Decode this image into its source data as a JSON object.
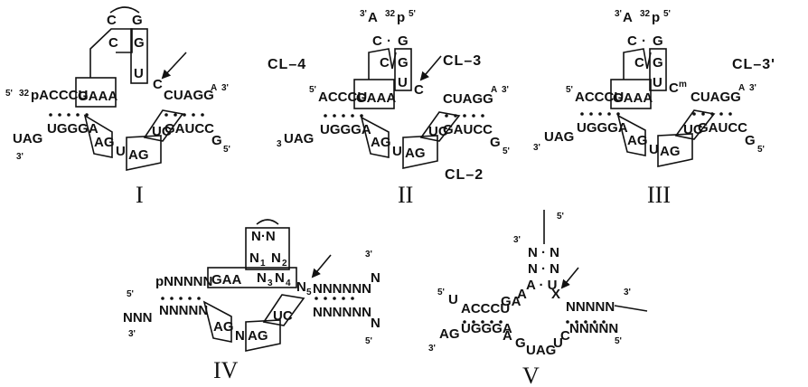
{
  "labels": {
    "I": "I",
    "II": "II",
    "III": "III",
    "IV": "IV",
    "V": "V",
    "cl4": "CL–4",
    "cl3": "CL–3",
    "cl2": "CL–2",
    "cl3p": "CL–3'"
  },
  "sI": {
    "p5": "5'",
    "p32": "32",
    "top": "pACCCU",
    "GAAA": "GAAA",
    "C": "C",
    "G": "G",
    "loopC": "C",
    "loopG": "G",
    "U": "U",
    "C2": "C",
    "CUAGG": "CUAGG",
    "A": "A",
    "p3": "3'",
    "botLeft": "UAG",
    "bot3": "3'",
    "UGGGA": "UGGGA",
    "AG": "AG",
    "U2": "U",
    "AG2": "AG",
    "UC": "UC",
    "GAUCC": "GAUCC",
    "Gend": "G",
    "bot5": "5'"
  },
  "sII": {
    "tA3": "3'",
    "tA": "A",
    "t32": "32",
    "tp": "p",
    "t5": "5'",
    "tC": "C",
    "tdot": "·",
    "tG": "G",
    "p5": "5'",
    "top": "ACCCU",
    "GAAA": "GAAA",
    "C": "C",
    "G": "G",
    "U": "U",
    "C2": "C",
    "CUAGG": "CUAGG",
    "A": "A",
    "p3": "3'",
    "b3": "3",
    "botLeft": "UAG",
    "UGGGA": "UGGGA",
    "AG": "AG",
    "U2": "U",
    "AG2": "AG",
    "UC": "UC",
    "GAUCC": "GAUCC",
    "Gend": "G",
    "bot5": "5'"
  },
  "sIII": {
    "tA3": "3'",
    "tA": "A",
    "t32": "32",
    "tp": "p",
    "t5": "5'",
    "tC": "C",
    "tdot": "·",
    "tG": "G",
    "p5": "5'",
    "top": "ACCCU",
    "GAAA": "GAAA",
    "C": "C",
    "G": "G",
    "U": "U",
    "Cm": "C",
    "m": "m",
    "CUAGG": "CUAGG",
    "A": "A",
    "p3": "3'",
    "b3": "3'",
    "botLeft": "UAG",
    "UGGGA": "UGGGA",
    "AG": "AG",
    "U2": "U",
    "AG2": "AG",
    "UC": "UC",
    "GAUCC": "GAUCC",
    "Gend": "G",
    "bot5": "5'"
  },
  "sIV": {
    "loop": "N·N",
    "N1": "N",
    "sub1": "1",
    "N2": "N",
    "sub2": "2",
    "N3a": "N",
    "N3": "3",
    "N4a": "N",
    "N4": "4",
    "p5": "5'",
    "top": "pNNNNN",
    "GAA": "GAA",
    "N5a": "N",
    "N5": "5",
    "right": "NNNNNN",
    "rN": "N",
    "p3": "3'",
    "botL": "NNN",
    "b3": "3'",
    "NNNNN": "NNNNN",
    "AG": "AG",
    "N": "N",
    "AG2": "AG",
    "UC": "UC",
    "rb": "NNNNNN",
    "rbN": "N",
    "b5": "5'"
  },
  "sV": {
    "t5": "5'",
    "t3": "3'",
    "nn1": "N · N",
    "nn2": "N · N",
    "AU": "A · U",
    "X": "X",
    "p5": "5'",
    "U": "U",
    "ACCCU": "ACCCU",
    "GA": "GA",
    "A": "A",
    "NNNNN": "NNNNN",
    "p3": "3'",
    "AG": "AG",
    "b3": "3'",
    "UGGGA": "UGGGA",
    "Ag": "A",
    "G": "G",
    "UAG": "UAG",
    "C": "C",
    "rb": "NNNNN",
    "b5": "5'"
  }
}
